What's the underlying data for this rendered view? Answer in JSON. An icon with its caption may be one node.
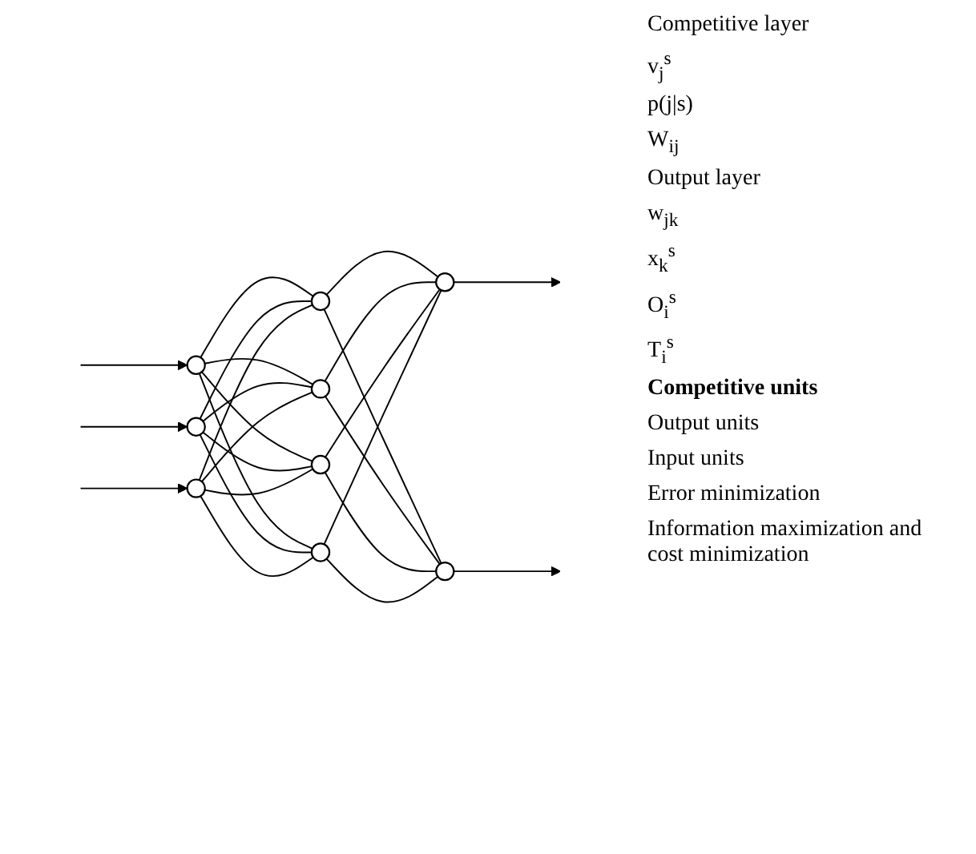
{
  "diagram": {
    "nodes": [
      {
        "text": [],
        "shape": "circle"
      },
      {
        "text": [],
        "shape": "circle"
      },
      {
        "text": [],
        "shape": "circle"
      },
      {
        "text": [],
        "shape": "circle"
      },
      {
        "text": [],
        "shape": "circle"
      },
      {
        "text": [],
        "shape": "circle"
      },
      {
        "text": [],
        "shape": "circle"
      },
      {
        "text": [],
        "shape": "circle"
      },
      {
        "text": [],
        "shape": "circle"
      }
    ],
    "edges": [
      {
        "from": null,
        "to": 0,
        "arrow": "to"
      },
      {
        "from": null,
        "to": 1,
        "arrow": "to"
      },
      {
        "from": null,
        "to": 2,
        "arrow": "to"
      },
      {
        "from": 0,
        "to": 3,
        "arrow": "none"
      },
      {
        "from": 0,
        "to": 4,
        "arrow": "none"
      },
      {
        "from": 0,
        "to": 5,
        "arrow": "none"
      },
      {
        "from": 0,
        "to": 6,
        "arrow": "none"
      },
      {
        "from": 1,
        "to": 3,
        "arrow": "none"
      },
      {
        "from": 1,
        "to": 4,
        "arrow": "none"
      },
      {
        "from": 1,
        "to": 5,
        "arrow": "none"
      },
      {
        "from": 1,
        "to": 6,
        "arrow": "none"
      },
      {
        "from": 2,
        "to": 3,
        "arrow": "none"
      },
      {
        "from": 2,
        "to": 4,
        "arrow": "none"
      },
      {
        "from": 2,
        "to": 5,
        "arrow": "none"
      },
      {
        "from": 2,
        "to": 6,
        "arrow": "none"
      },
      {
        "from": 3,
        "to": 7,
        "arrow": "none"
      },
      {
        "from": 3,
        "to": 8,
        "arrow": "none"
      },
      {
        "from": 4,
        "to": 7,
        "arrow": "none"
      },
      {
        "from": 4,
        "to": 8,
        "arrow": "none"
      },
      {
        "from": 5,
        "to": 7,
        "arrow": "none"
      },
      {
        "from": 5,
        "to": 8,
        "arrow": "none"
      },
      {
        "from": 6,
        "to": 7,
        "arrow": "none"
      },
      {
        "from": 6,
        "to": 8,
        "arrow": "none"
      },
      {
        "from": 7,
        "to": null,
        "arrow": "to"
      },
      {
        "from": 8,
        "to": null,
        "arrow": "to"
      }
    ],
    "labels": [
      "Competitive layer",
      "v$_{j}$$^{s}$",
      "p(j|s)",
      "W$_{ij}$",
      "Output layer",
      "w$_{jk}$",
      "x$_{k}$$^{s}$",
      "O$_{i}$$^{s}$",
      "T$_{i}$$^{s}$",
      "**Competitive units**",
      "Output units",
      "Input units",
      "Error minimization",
      "Information maximization and cost minimization"
    ]
  }
}
